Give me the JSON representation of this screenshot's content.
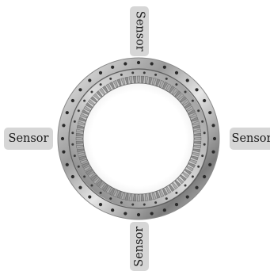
{
  "sensors": {
    "top": "Sensor",
    "right": "Sensor",
    "bottom": "Sensor",
    "left": "Sensor"
  },
  "bearing": {
    "outer_bolt_holes": 36,
    "gear_teeth": 96
  }
}
